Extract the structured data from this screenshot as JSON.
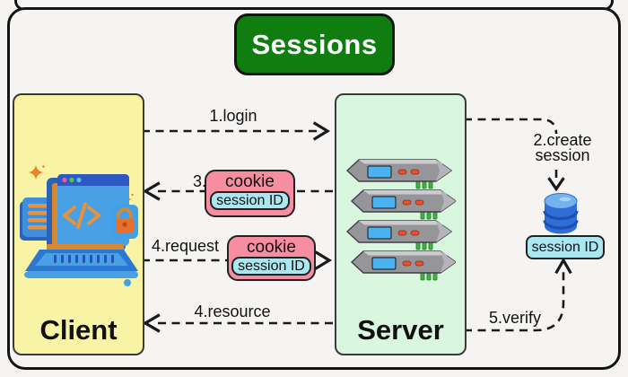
{
  "title": "Sessions",
  "client": {
    "label": "Client"
  },
  "server": {
    "label": "Server"
  },
  "flows": {
    "login": "1.login",
    "create_session_line1": "2.create",
    "create_session_line2": "session",
    "cookie_step": "3.",
    "request": "4.request",
    "resource": "4.resource",
    "verify": "5.verify"
  },
  "cookie_response": {
    "label": "cookie",
    "session_label": "session ID"
  },
  "cookie_request": {
    "label": "cookie",
    "session_label": "session ID"
  },
  "database": {
    "session_label": "session ID"
  },
  "icons": {
    "client": "laptop-code-lock-icon",
    "server": "server-rack-icon",
    "database": "database-cylinder-icon"
  },
  "colors": {
    "title_green": "#0f7d10",
    "client_yellow": "#f9f3a5",
    "server_green": "#d9f7de",
    "cookie_pink": "#f78da1",
    "session_cyan": "#abe7f1",
    "database_blue": "#2e6ed6",
    "arrow_black": "#1a1a1a",
    "background": "#f5f4f2"
  }
}
